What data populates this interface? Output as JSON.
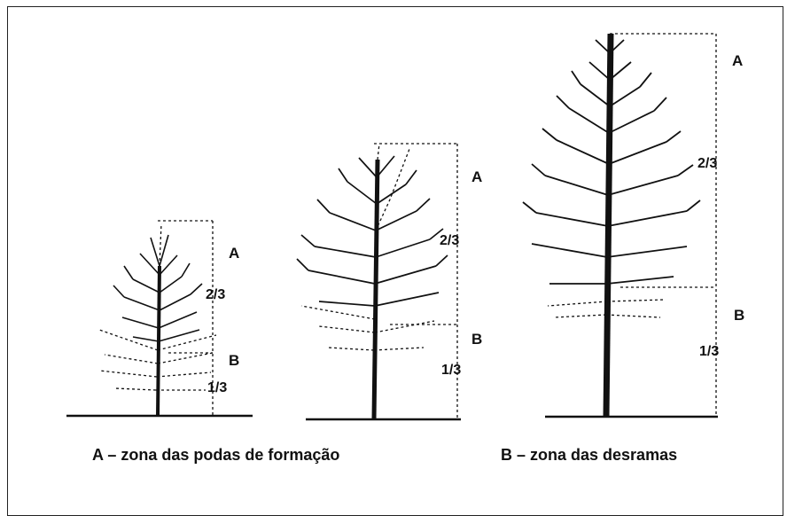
{
  "trees": [
    {
      "zone_a": "A",
      "upper_fraction": "2/3",
      "zone_b": "B",
      "lower_fraction": "1/3"
    },
    {
      "zone_a": "A",
      "upper_fraction": "2/3",
      "zone_b": "B",
      "lower_fraction": "1/3"
    },
    {
      "zone_a": "A",
      "upper_fraction": "2/3",
      "zone_b": "B",
      "lower_fraction": "1/3"
    }
  ],
  "legend": {
    "a": "A – zona das podas de formação",
    "b": "B – zona das desramas"
  },
  "colors": {
    "ink": "#111111",
    "paper": "#ffffff"
  }
}
